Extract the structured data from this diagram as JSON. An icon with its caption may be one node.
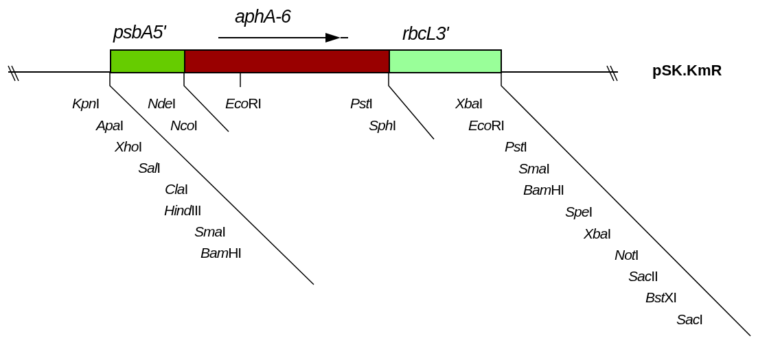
{
  "diagram": {
    "title": "pSK.KmR",
    "nodes": [
      {
        "text": [
          "psbA5'"
        ]
      },
      {
        "text": [
          "aphA-6"
        ]
      },
      {
        "text": [
          "rbcL3'"
        ]
      }
    ],
    "labels": [
      "KpnI",
      "NdeI",
      "EcoRI",
      "PstI",
      "XbaI",
      "ApaI",
      "NcoI",
      "SphI",
      "EcoRI",
      "XhoI",
      "PstI",
      "SalI",
      "SmaI",
      "ClaI",
      "BamHI",
      "HindIII",
      "SpeI",
      "SmaI",
      "BamHI",
      "XbaI",
      "NotI",
      "SacII",
      "BstXI",
      "SacI"
    ]
  }
}
